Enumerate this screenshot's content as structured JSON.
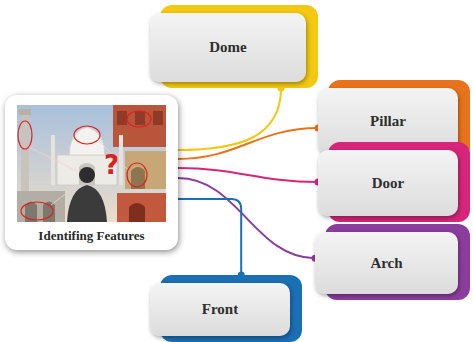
{
  "diagram": {
    "nodes": [
      {
        "text": [
          "Identifing Features"
        ]
      },
      {
        "text": [
          "Dome"
        ]
      },
      {
        "text": [
          "Pillar"
        ]
      },
      {
        "text": [
          "Door"
        ]
      },
      {
        "text": [
          "Arch"
        ]
      },
      {
        "text": [
          "Front"
        ]
      }
    ],
    "edges": [
      {
        "from": 0,
        "to": 1,
        "arrow": "none"
      },
      {
        "from": 0,
        "to": 2,
        "arrow": "none"
      },
      {
        "from": 0,
        "to": 3,
        "arrow": "none"
      },
      {
        "from": 0,
        "to": 4,
        "arrow": "none"
      },
      {
        "from": 0,
        "to": 5,
        "arrow": "none"
      }
    ],
    "labels": [
      "?"
    ]
  }
}
